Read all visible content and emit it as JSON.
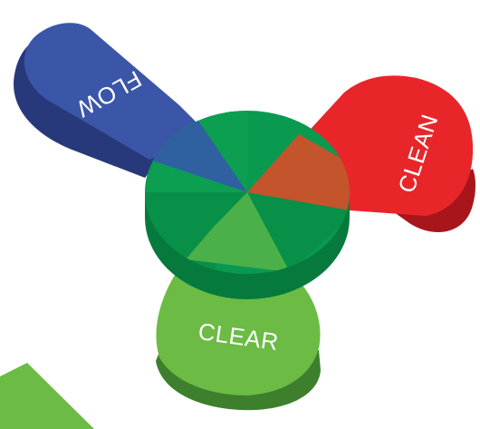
{
  "diagram": {
    "petals": [
      {
        "id": "flow",
        "label": "FLOW",
        "color": "#3b56a8",
        "shade": "#27397a"
      },
      {
        "id": "clean",
        "label": "CLEAN",
        "color": "#e8262a",
        "shade": "#a8151b"
      },
      {
        "id": "clear",
        "label": "CLEAR",
        "color": "#6bbb45",
        "shade": "#3d7f2c"
      }
    ],
    "hub": {
      "color": "#0a9a4f",
      "shade": "#067a3c"
    },
    "accent_bar": {
      "color": "#6bbb45"
    }
  }
}
